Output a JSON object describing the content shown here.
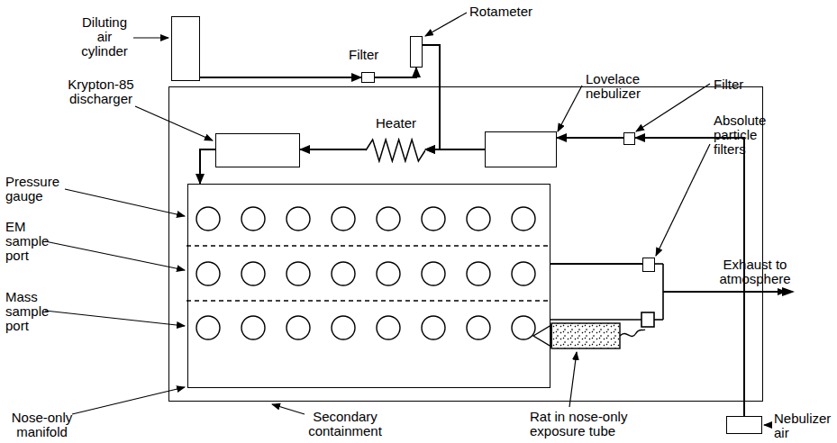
{
  "diagram": {
    "nodes": [
      {
        "text": [
          "Diluting air cylinder"
        ]
      },
      {
        "text": [
          "Filter"
        ]
      },
      {
        "text": [
          "Rotameter"
        ]
      },
      {
        "text": [
          "Secondary containment"
        ]
      },
      {
        "text": [
          "Krypton-85 discharger"
        ],
        "in": 3
      },
      {
        "text": [
          "Heater"
        ],
        "in": 3
      },
      {
        "text": [
          "Lovelace nebulizer"
        ],
        "in": 3
      },
      {
        "text": [
          "Filter"
        ],
        "in": 3
      },
      {
        "text": [
          "Nose-only manifold"
        ],
        "in": 3
      },
      {
        "text": [
          "Absolute particle filters"
        ],
        "in": 3
      },
      {
        "text": [
          "Nebulizer air"
        ]
      }
    ],
    "edges": [
      {
        "from": 0,
        "to": 1,
        "arrow": "to"
      },
      {
        "from": 1,
        "to": 2,
        "arrow": "to"
      },
      {
        "from": 2,
        "to": 5,
        "arrow": "to"
      },
      {
        "from": 6,
        "to": 5,
        "arrow": "to"
      },
      {
        "from": 5,
        "to": 4,
        "arrow": "to"
      },
      {
        "from": 4,
        "to": 8,
        "arrow": "to"
      },
      {
        "from": 10,
        "to": 7,
        "arrow": "to"
      },
      {
        "from": 7,
        "to": 6,
        "arrow": "to"
      },
      {
        "from": 8,
        "to": 9,
        "arrow": "none"
      }
    ],
    "labels": [
      "Pressure gauge",
      "EM sample port",
      "Mass sample port",
      "Exhaust to atmosphere",
      "Rat in nose-only exposure tube"
    ]
  }
}
